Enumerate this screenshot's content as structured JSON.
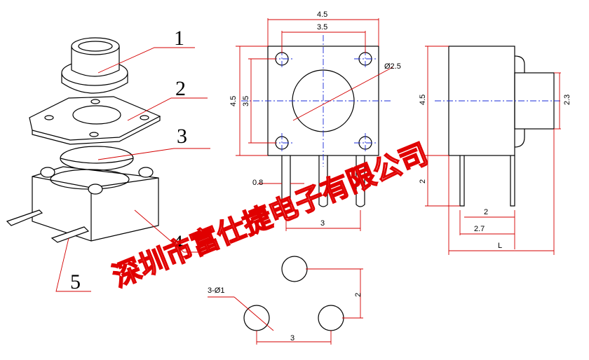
{
  "callouts": [
    "1",
    "2",
    "3",
    "4",
    "5"
  ],
  "top_view": {
    "width_outer": "4.5",
    "width_holes": "3.5",
    "height_outer": "4.5",
    "height_holes": "3.5",
    "button_dia": "Ø2.5",
    "pin_width": "0.8",
    "pin_pitch": "3"
  },
  "side_view": {
    "height_top": "4.5",
    "actuator": "2.3",
    "pin_len": "2",
    "dim_2": "2",
    "dim_27": "2.7",
    "total": "L"
  },
  "footprint": {
    "hole": "3-Ø1",
    "vertical": "2",
    "horizontal": "3"
  },
  "watermark": "深圳市富仕捷电子有限公司"
}
